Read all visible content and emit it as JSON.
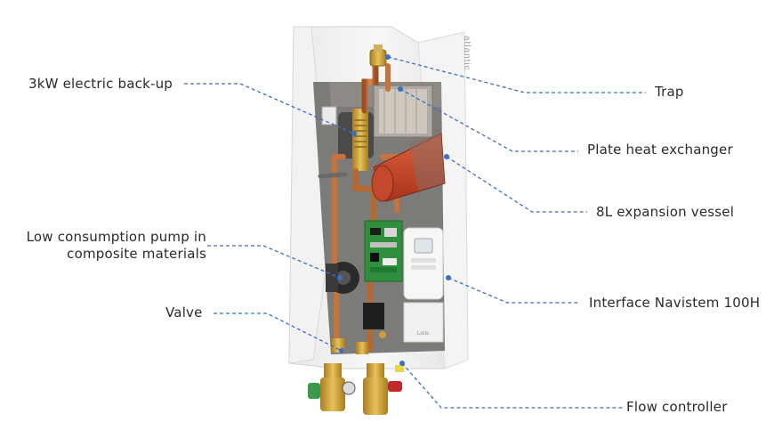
{
  "labels": {
    "backup": "3kW electric back-up",
    "pump_line1": "Low consumption pump  in",
    "pump_line2": "composite materials",
    "valve": "Valve",
    "trap": "Trap",
    "plate_hx": "Plate heat exchanger",
    "expansion": "8L expansion vessel",
    "interface": "Interface Navistem 100H",
    "flow": "Flow controller"
  },
  "brand": {
    "side_logo": "atlantic",
    "controller_logo": "Loris"
  },
  "colors": {
    "leader_line": "#3b6fc4",
    "leader_dot": "#3b6fc4",
    "copper": "#c8733a",
    "pcb_green": "#2f8f3e",
    "expansion_red": "#b8432a",
    "brass": "#c9a03a",
    "valve_red": "#c0282a",
    "valve_green": "#3a9a4a"
  }
}
